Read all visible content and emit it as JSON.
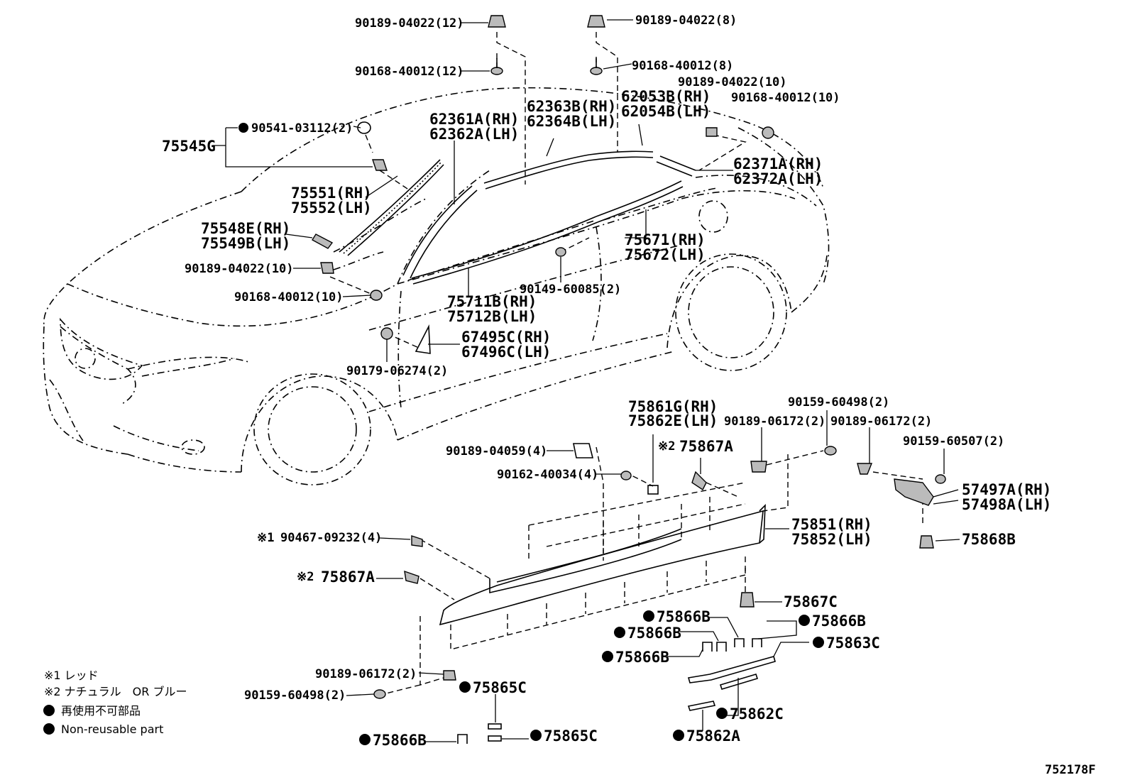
{
  "labels": {
    "p90189_04022_12": "90189-04022(12)",
    "p90189_04022_8": "90189-04022(8)",
    "p90168_40012_12": "90168-40012(12)",
    "p90168_40012_8": "90168-40012(8)",
    "p90189_04022_10a": "90189-04022(10)",
    "p90168_40012_10a": "90168-40012(10)",
    "p62363b": "62363B(RH)",
    "p62364b": "62364B(LH)",
    "p62053b": "62053B(RH)",
    "p62054b": "62054B(LH)",
    "p62361a": "62361A(RH)",
    "p62362a": "62362A(LH)",
    "p90541": "90541-03112(2)",
    "p75545g": "75545G",
    "p62371a": "62371A(RH)",
    "p62372a": "62372A(LH)",
    "p75551": "75551(RH)",
    "p75552": "75552(LH)",
    "p75548e": "75548E(RH)",
    "p75549b": "75549B(LH)",
    "p75671": "75671(RH)",
    "p75672": "75672(LH)",
    "p90189_04022_10b": "90189-04022(10)",
    "p90168_40012_10b": "90168-40012(10)",
    "p90149": "90149-60085(2)",
    "p75711b": "75711B(RH)",
    "p75712b": "75712B(LH)",
    "p67495c": "67495C(RH)",
    "p67496c": "67496C(LH)",
    "p90179": "90179-06274(2)",
    "p75861g": "75861G(RH)",
    "p75862e": "75862E(LH)",
    "p90159_60498_a": "90159-60498(2)",
    "p90189_06172_a": "90189-06172(2)",
    "p90189_06172_b": "90189-06172(2)",
    "p90159_60507": "90159-60507(2)",
    "p90189_04059": "90189-04059(4)",
    "p75867a_top": "75867A",
    "p90162": "90162-40034(4)",
    "p57497a": "57497A(RH)",
    "p57498a": "57498A(LH)",
    "p75851": "75851(RH)",
    "p75852": "75852(LH)",
    "p90467": "90467-09232(4)",
    "p75868b": "75868B",
    "p75867a_left": "75867A",
    "p75867c": "75867C",
    "p75866b_1": "75866B",
    "p75866b_2": "75866B",
    "p75866b_3": "75866B",
    "p75866b_4": "75866B",
    "p75863c": "75863C",
    "p90189_06172_c": "90189-06172(2)",
    "p75865c_1": "75865C",
    "p90159_60498_b": "90159-60498(2)",
    "p75862c": "75862C",
    "p75866b_5": "75866B",
    "p75865c_2": "75865C",
    "p75862a": "75862A",
    "mark1": "※1",
    "mark2a": "※2",
    "mark2b": "※2",
    "diagram_id": "752178F"
  },
  "legend": {
    "note1": "※1 レッド",
    "note2": "※2 ナチュラル　OR ブルー",
    "non_reusable_jp": "再使用不可部品",
    "non_reusable_en": "Non-reusable part"
  },
  "colors": {
    "ink": "#000000",
    "background": "#ffffff"
  }
}
